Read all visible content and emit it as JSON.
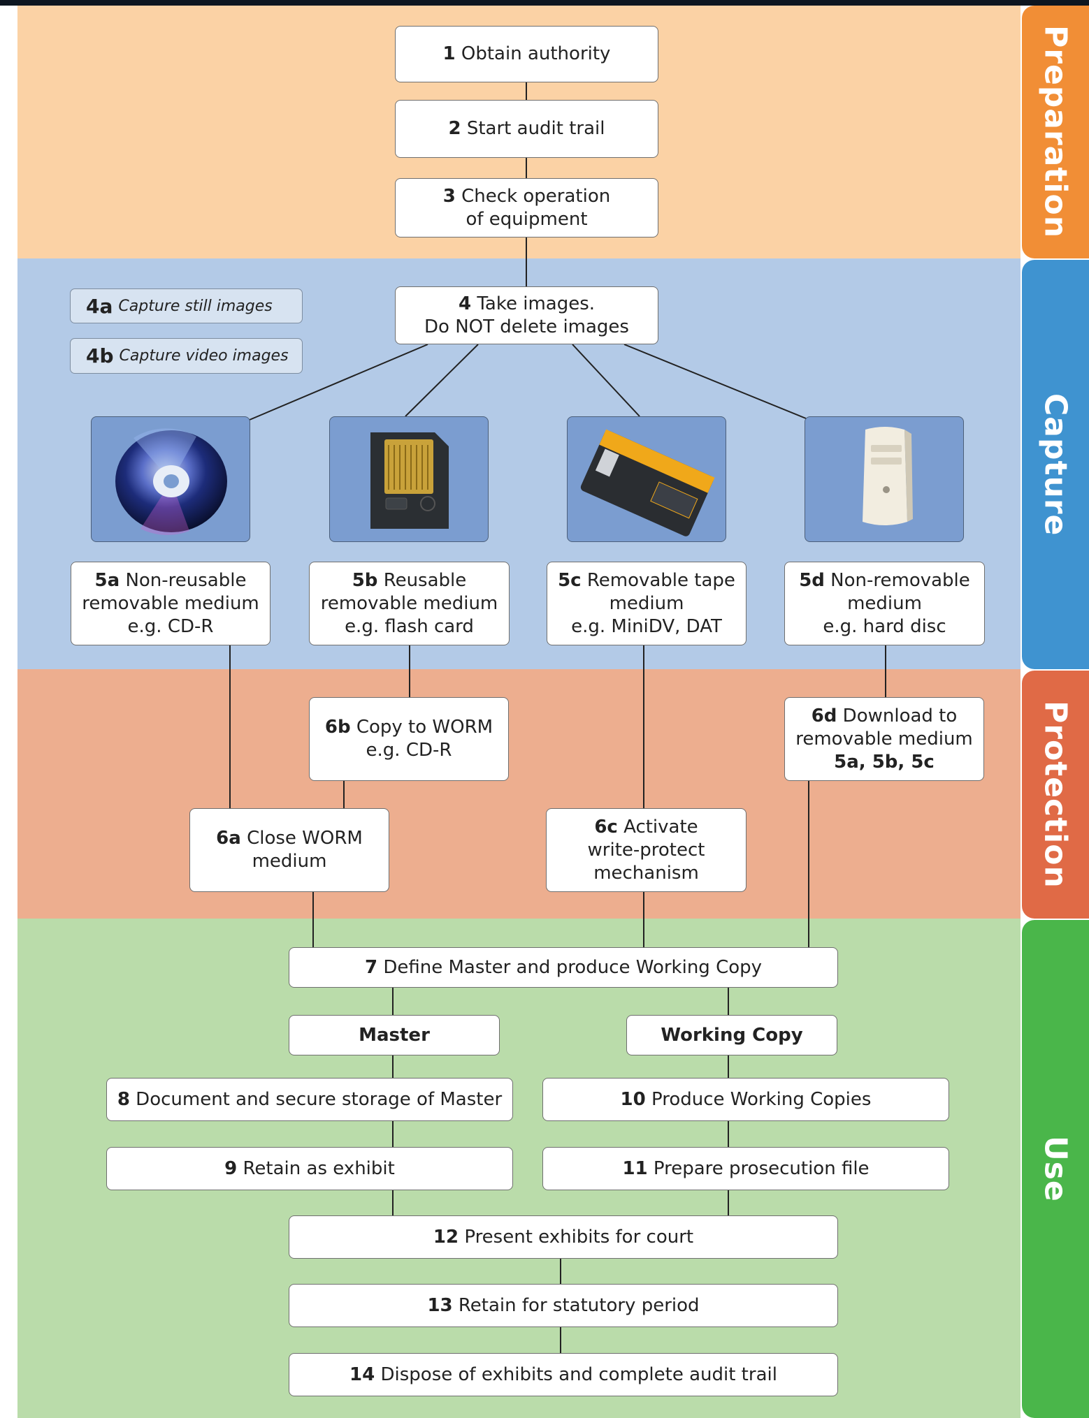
{
  "sections": {
    "preparation": "Preparation",
    "capture": "Capture",
    "protection": "Protection",
    "use": "Use"
  },
  "steps": {
    "s1": {
      "num": "1",
      "text": "Obtain authority"
    },
    "s2": {
      "num": "2",
      "text": "Start audit trail"
    },
    "s3": {
      "num": "3",
      "line1": "Check operation",
      "line2": "of equipment"
    },
    "s4": {
      "num": "4",
      "line1": "Take images.",
      "line2": "Do NOT delete images"
    },
    "s4a": {
      "num": "4a",
      "text": "Capture still images"
    },
    "s4b": {
      "num": "4b",
      "text": "Capture video images"
    },
    "s5a": {
      "num": "5a",
      "line1": "Non-reusable",
      "line2": "removable medium",
      "line3": "e.g. CD-R"
    },
    "s5b": {
      "num": "5b",
      "line1": "Reusable",
      "line2": "removable medium",
      "line3": "e.g. flash card"
    },
    "s5c": {
      "num": "5c",
      "line1": "Removable tape",
      "line2": "medium",
      "line3": "e.g. MiniDV, DAT"
    },
    "s5d": {
      "num": "5d",
      "line1": "Non-removable",
      "line2": "medium",
      "line3": "e.g. hard disc"
    },
    "s6a": {
      "num": "6a",
      "line1": "Close WORM",
      "line2": "medium"
    },
    "s6b": {
      "num": "6b",
      "line1": "Copy to WORM",
      "line2": "e.g. CD-R"
    },
    "s6c": {
      "num": "6c",
      "line1": "Activate",
      "line2": "write-protect",
      "line3": "mechanism"
    },
    "s6d": {
      "num": "6d",
      "line1": "Download to",
      "line2": "removable medium",
      "line3": "5a, 5b, 5c"
    },
    "s7": {
      "num": "7",
      "text": "Define Master and produce Working Copy"
    },
    "master": "Master",
    "working_copy": "Working Copy",
    "s8": {
      "num": "8",
      "text": "Document and secure storage of Master"
    },
    "s9": {
      "num": "9",
      "text": "Retain as exhibit"
    },
    "s10": {
      "num": "10",
      "text": "Produce Working Copies"
    },
    "s11": {
      "num": "11",
      "text": "Prepare prosecution file"
    },
    "s12": {
      "num": "12",
      "text": "Present exhibits for court"
    },
    "s13": {
      "num": "13",
      "text": "Retain for statutory period"
    },
    "s14": {
      "num": "14",
      "text": "Dispose of exhibits and complete audit trail"
    }
  },
  "media_images": [
    "cd-disc-image",
    "flash-card-image",
    "minidv-tape-image",
    "hard-disc-tower-image"
  ],
  "colors": {
    "preparation_band": "#fbd2a5",
    "preparation_tab": "#f18e36",
    "capture_band": "#b3cae7",
    "capture_tab": "#3f93d0",
    "protection_band": "#edae8f",
    "protection_tab": "#e06a46",
    "use_band": "#badcaa",
    "use_tab": "#4ab64a"
  }
}
